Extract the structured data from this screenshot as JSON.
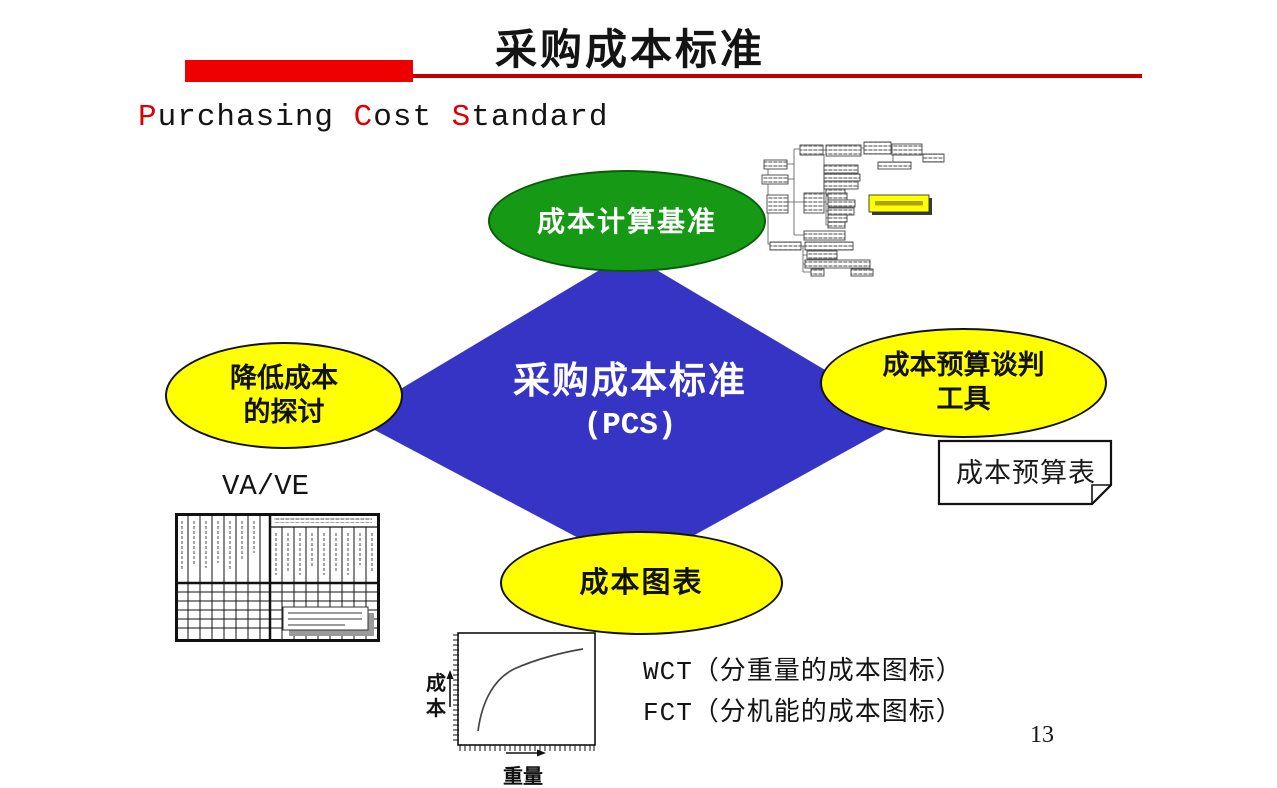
{
  "header": {
    "title": "采购成本标准",
    "subtitle": {
      "p": "P",
      "urchasing": "urchasing ",
      "c": "C",
      "ost": "ost ",
      "s": "S",
      "tandard": "tandard"
    }
  },
  "diagram": {
    "center_line1": "采购成本标准",
    "center_line2": "(PCS)",
    "top_node": "成本计算基准",
    "left_node_line1": "降低成本",
    "left_node_line2": "的探讨",
    "right_node_line1": "成本预算谈判",
    "right_node_line2": "工具",
    "bottom_node": "成本图表"
  },
  "annotations": {
    "vave_label": "VA/VE",
    "budget_sheet_label": "成本预算表",
    "wct_line": "WCT（分重量的成本图标）",
    "fct_line": "FCT（分机能的成本图标）",
    "page_number": "13"
  },
  "mini_chart": {
    "type": "line",
    "x_label": "重量",
    "y_label": "成本",
    "curve": "concave-increasing",
    "points_norm_x": [
      0.15,
      0.3,
      0.5,
      0.7,
      0.92
    ],
    "points_norm_y": [
      0.1,
      0.5,
      0.72,
      0.84,
      0.9
    ]
  },
  "colors": {
    "accent_red": "#ee0000",
    "underline_red": "#c40000",
    "diamond_blue": "#3634c4",
    "node_green": "#169a16",
    "node_yellow": "#ffff00",
    "highlight_yellow": "#ffff00",
    "text_white": "#ffffff",
    "text_black": "#111111"
  }
}
